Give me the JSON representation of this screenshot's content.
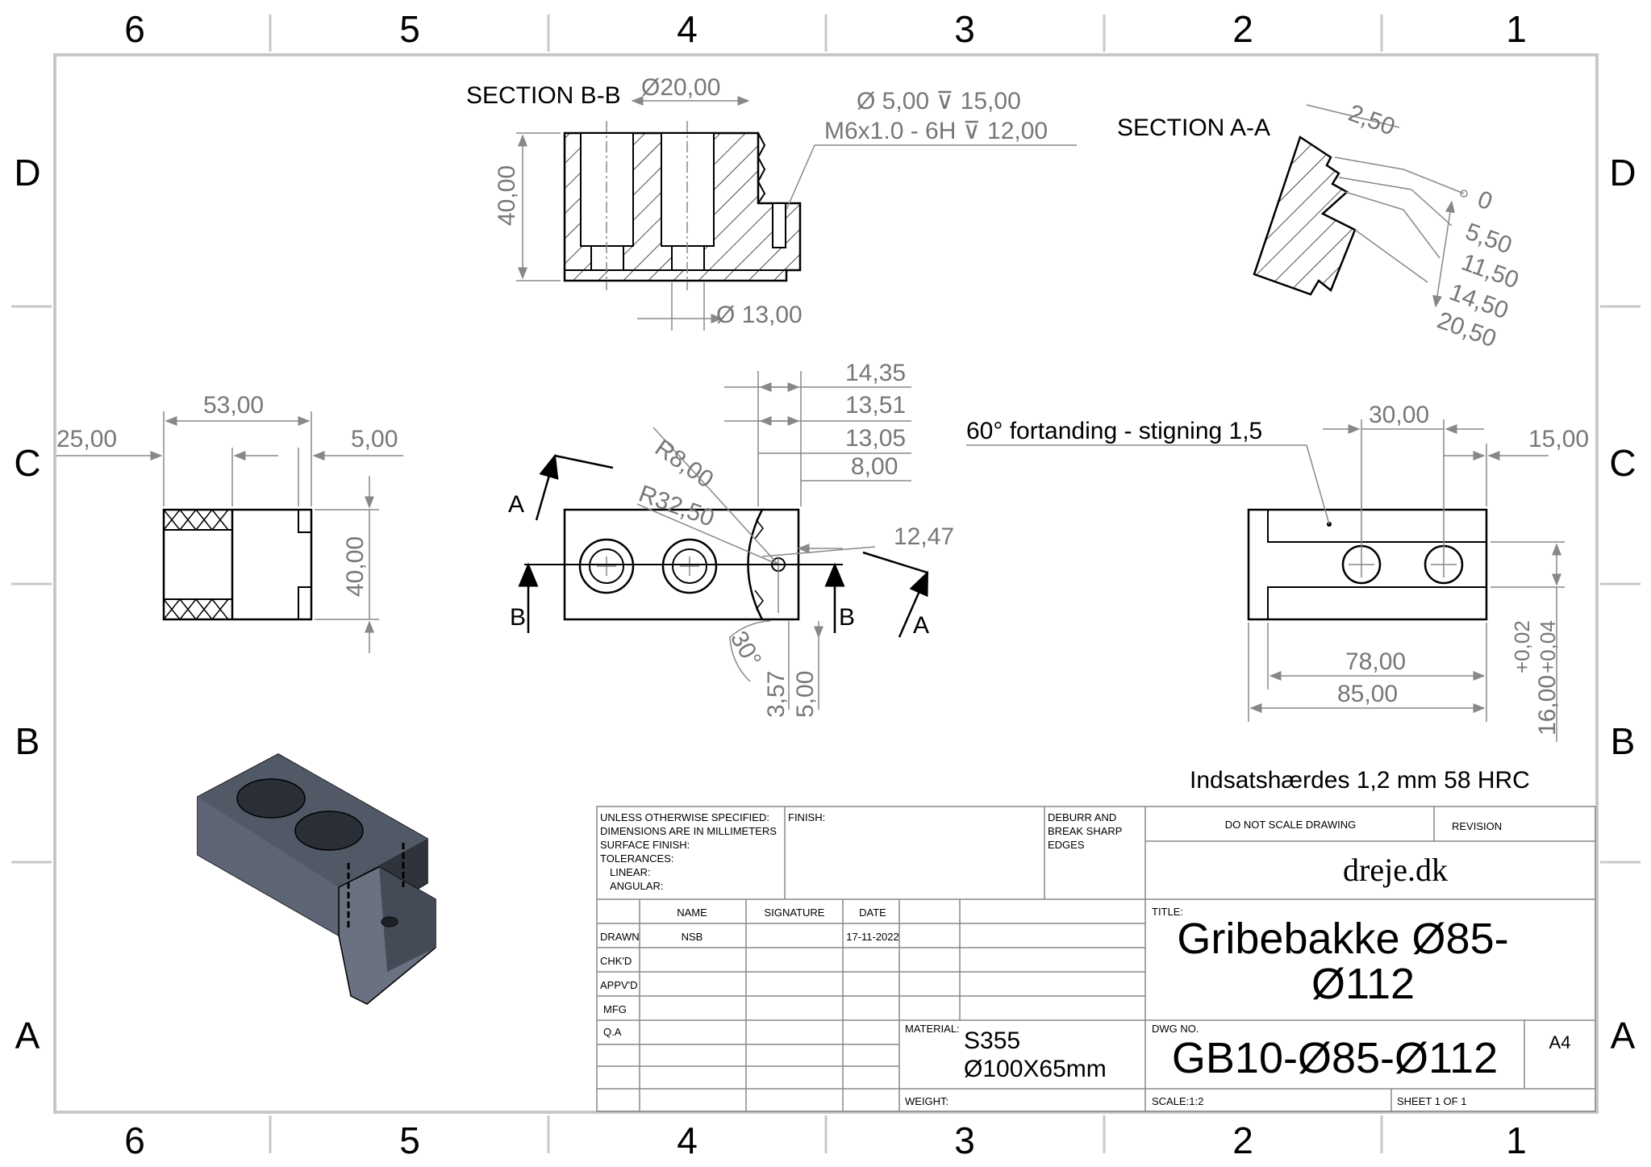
{
  "zone_columns": [
    "6",
    "5",
    "4",
    "3",
    "2",
    "1"
  ],
  "zone_rows": [
    "D",
    "C",
    "B",
    "A"
  ],
  "section_bb": {
    "title": "SECTION B-B",
    "dia_top": "Ø20,00",
    "hole_note_1": "Ø 5,00 ⊽ 15,00",
    "hole_note_2": "M6x1.0 - 6H ⊽ 12,00",
    "height": "40,00",
    "dia_bottom": "Ø 13,00"
  },
  "section_aa": {
    "title": "SECTION A-A",
    "pitch": "2,50",
    "dims": [
      "0",
      "5,50",
      "11,50",
      "14,50",
      "20,50"
    ]
  },
  "left_view": {
    "dim_offset": "25,00",
    "dim_width": "53,00",
    "dim_step": "5,00",
    "dim_height": "40,00"
  },
  "front_view": {
    "dims_right": [
      "14,35",
      "13,51",
      "13,05",
      "8,00"
    ],
    "radius_small": "R8,00",
    "radius_large": "R32,50",
    "dim_hole_offset": "12,47",
    "angle": "30°",
    "dim_bottom_1": "3,57",
    "dim_bottom_2": "5,00",
    "section_a": "A",
    "section_b": "B"
  },
  "right_view": {
    "serration_note": "60° fortanding - stigning 1,5",
    "dim_spacing": "30,00",
    "dim_edge": "15,00",
    "dim_inner": "78,00",
    "dim_overall": "85,00",
    "dim_slot": "16,00",
    "tol_upper": "+0,04",
    "tol_lower": "+0,02"
  },
  "hardening_note": "Indsatshærdes 1,2 mm 58 HRC",
  "title_block": {
    "spec_lines": [
      "UNLESS OTHERWISE SPECIFIED:",
      "DIMENSIONS ARE IN MILLIMETERS",
      "SURFACE FINISH:",
      "TOLERANCES:",
      "LINEAR:",
      "ANGULAR:"
    ],
    "finish_label": "FINISH:",
    "deburr_lines": [
      "DEBURR AND",
      "BREAK SHARP",
      "EDGES"
    ],
    "do_not_scale": "DO NOT SCALE DRAWING",
    "revision_label": "REVISION",
    "company": "dreje.dk",
    "col_headers": [
      "NAME",
      "SIGNATURE",
      "DATE"
    ],
    "row_labels": [
      "DRAWN",
      "CHK'D",
      "APPV'D",
      "MFG",
      "Q.A"
    ],
    "drawn_name": "NSB",
    "drawn_date": "17-11-2022",
    "title_label": "TITLE:",
    "title_line1": "Gribebakke Ø85-",
    "title_line2": "Ø112",
    "material_label": "MATERIAL:",
    "material_line1": "S355",
    "material_line2": "Ø100X65mm",
    "dwg_label": "DWG NO.",
    "dwg_no": "GB10-Ø85-Ø112",
    "size": "A4",
    "weight_label": "WEIGHT:",
    "scale_label": "SCALE:1:2",
    "sheet_label": "SHEET 1 OF 1"
  },
  "colors": {
    "line": "#000000",
    "dim": "#777777",
    "frame": "#c8c8c8",
    "iso_top": "#4c5360",
    "iso_side": "#3a404b",
    "iso_front": "#5d6473"
  }
}
